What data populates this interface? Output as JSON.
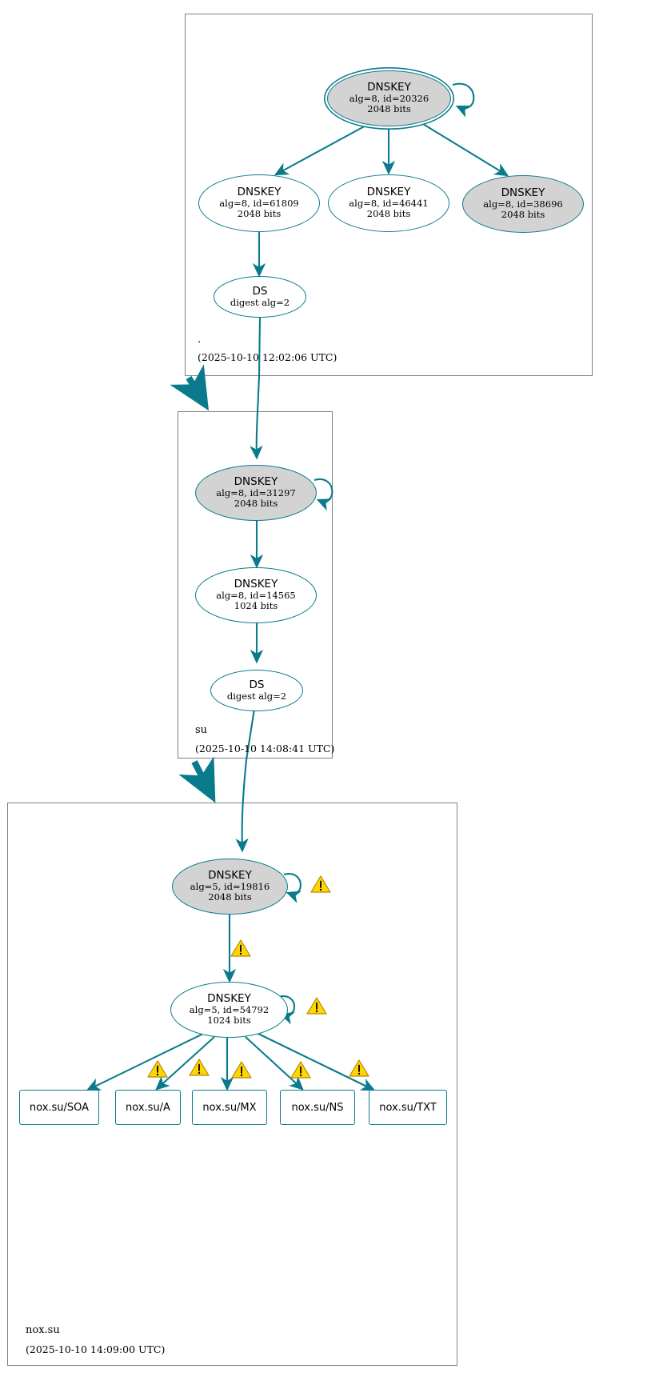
{
  "diagram": {
    "kind": "dnssec-authentication-chain",
    "accent_color": "#0a7b8c",
    "node_fill_secure": "#d3d3d3",
    "node_fill_plain": "#ffffff",
    "warning_color": "#ffd700",
    "zone_border_color": "#808080"
  },
  "zones": [
    {
      "name": "root-zone",
      "label": ".",
      "timestamp": "(2025-10-10 12:02:06 UTC)",
      "nodes": [
        {
          "id": "root-ksk",
          "type": "DNSKEY",
          "title": "DNSKEY",
          "line2": "alg=8, id=20326",
          "line3": "2048 bits",
          "style": "filled-double",
          "self_sign": true
        },
        {
          "id": "root-zsk-61809",
          "type": "DNSKEY",
          "title": "DNSKEY",
          "line2": "alg=8, id=61809",
          "line3": "2048 bits",
          "style": "plain",
          "self_sign": false
        },
        {
          "id": "root-zsk-46441",
          "type": "DNSKEY",
          "title": "DNSKEY",
          "line2": "alg=8, id=46441",
          "line3": "2048 bits",
          "style": "plain",
          "self_sign": false
        },
        {
          "id": "root-zsk-38696",
          "type": "DNSKEY",
          "title": "DNSKEY",
          "line2": "alg=8, id=38696",
          "line3": "2048 bits",
          "style": "filled",
          "self_sign": false
        },
        {
          "id": "root-ds",
          "type": "DS",
          "title": "DS",
          "line2": "digest alg=2",
          "line3": "",
          "style": "plain",
          "self_sign": false
        }
      ]
    },
    {
      "name": "su-zone",
      "label": "su",
      "timestamp": "(2025-10-10 14:08:41 UTC)",
      "nodes": [
        {
          "id": "su-ksk",
          "type": "DNSKEY",
          "title": "DNSKEY",
          "line2": "alg=8, id=31297",
          "line3": "2048 bits",
          "style": "filled",
          "self_sign": true
        },
        {
          "id": "su-zsk",
          "type": "DNSKEY",
          "title": "DNSKEY",
          "line2": "alg=8, id=14565",
          "line3": "1024 bits",
          "style": "plain",
          "self_sign": false
        },
        {
          "id": "su-ds",
          "type": "DS",
          "title": "DS",
          "line2": "digest alg=2",
          "line3": "",
          "style": "plain",
          "self_sign": false
        }
      ]
    },
    {
      "name": "nox-su-zone",
      "label": "nox.su",
      "timestamp": "(2025-10-10 14:09:00 UTC)",
      "nodes": [
        {
          "id": "nox-ksk",
          "type": "DNSKEY",
          "title": "DNSKEY",
          "line2": "alg=5, id=19816",
          "line3": "2048 bits",
          "style": "filled",
          "self_sign": true
        },
        {
          "id": "nox-zsk",
          "type": "DNSKEY",
          "title": "DNSKEY",
          "line2": "alg=5, id=54792",
          "line3": "1024 bits",
          "style": "plain",
          "self_sign": true
        }
      ],
      "rrsets": [
        {
          "id": "rr-soa",
          "label": "nox.su/SOA"
        },
        {
          "id": "rr-a",
          "label": "nox.su/A"
        },
        {
          "id": "rr-mx",
          "label": "nox.su/MX"
        },
        {
          "id": "rr-ns",
          "label": "nox.su/NS"
        },
        {
          "id": "rr-txt",
          "label": "nox.su/TXT"
        }
      ],
      "warnings": [
        {
          "id": "w-ksk-self",
          "on": "nox-ksk-self-signature"
        },
        {
          "id": "w-ksk-zsk",
          "on": "nox-ksk-to-zsk"
        },
        {
          "id": "w-zsk-self",
          "on": "nox-zsk-self-signature"
        },
        {
          "id": "w-soa",
          "on": "nox-zsk-to-soa"
        },
        {
          "id": "w-a",
          "on": "nox-zsk-to-a"
        },
        {
          "id": "w-mx",
          "on": "nox-zsk-to-mx"
        },
        {
          "id": "w-ns",
          "on": "nox-zsk-to-ns"
        },
        {
          "id": "w-txt",
          "on": "nox-zsk-to-txt"
        }
      ]
    }
  ],
  "delegations": [
    {
      "id": "root-to-su",
      "from": "root-zone",
      "to": "su-zone",
      "style": "thick-secure"
    },
    {
      "id": "su-to-nox",
      "from": "su-zone",
      "to": "nox-su-zone",
      "style": "thick-secure"
    }
  ]
}
